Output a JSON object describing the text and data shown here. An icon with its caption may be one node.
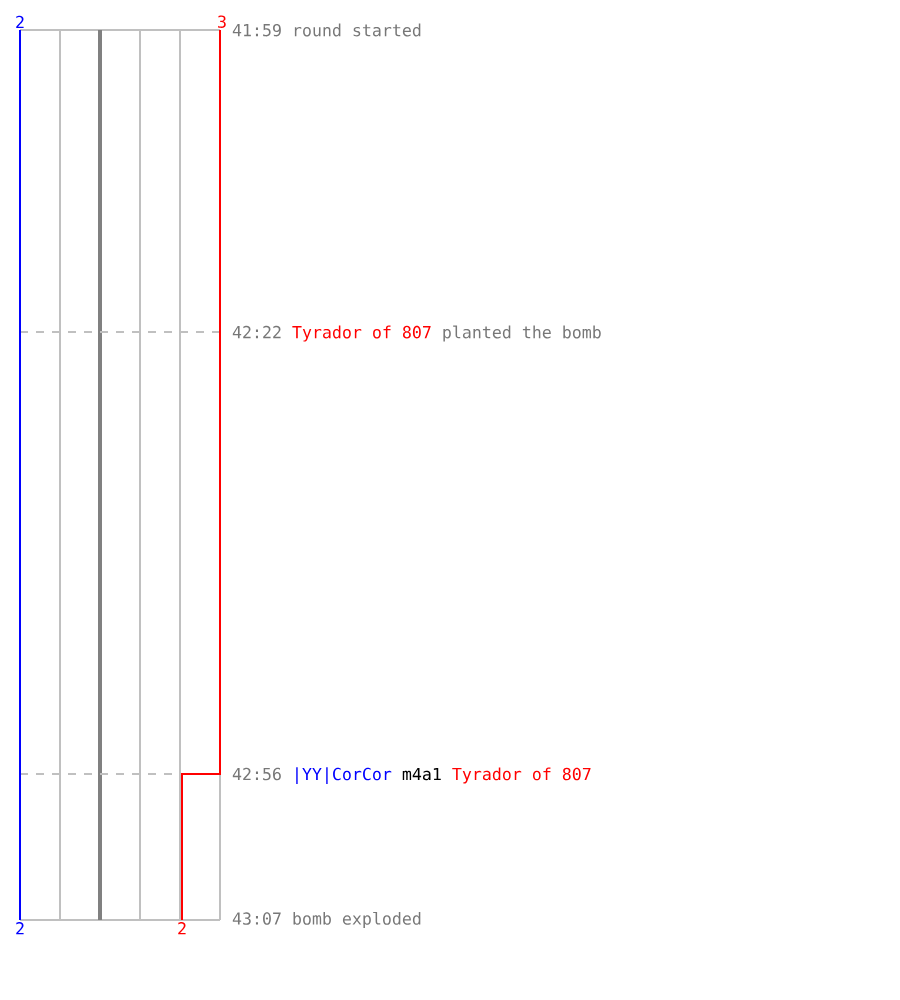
{
  "diagram": {
    "labels": [
      "2",
      "3",
      "41:59 round started",
      "42:22",
      "Tyrador of 807",
      "planted the bomb",
      "42:56",
      "|YY|CorCor",
      "m4a1",
      "Tyrador of 807",
      "2",
      "2",
      "43:07 bomb exploded"
    ]
  }
}
